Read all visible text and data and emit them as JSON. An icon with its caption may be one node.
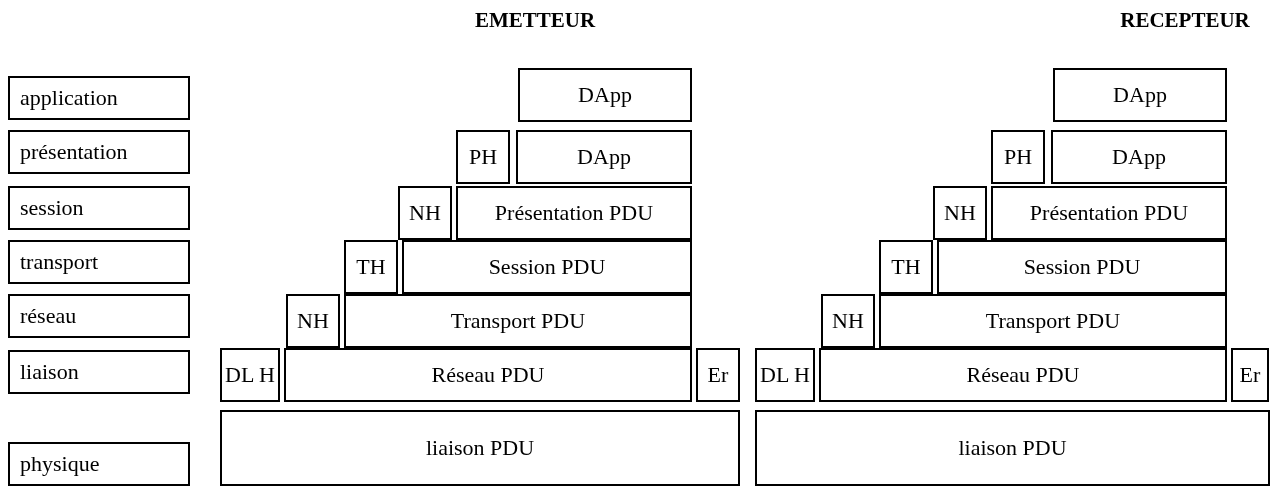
{
  "diagram": {
    "nodes": [
      {
        "text": [
          "application"
        ]
      },
      {
        "text": [
          "présentation"
        ]
      },
      {
        "text": [
          "session"
        ]
      },
      {
        "text": [
          "transport"
        ]
      },
      {
        "text": [
          "réseau"
        ]
      },
      {
        "text": [
          "liaison"
        ]
      },
      {
        "text": [
          "physique"
        ]
      },
      {
        "text": [
          "DApp"
        ]
      },
      {
        "text": [
          "PH"
        ]
      },
      {
        "text": [
          "DApp"
        ]
      },
      {
        "text": [
          "NH"
        ]
      },
      {
        "text": [
          "Présentation PDU"
        ]
      },
      {
        "text": [
          "TH"
        ]
      },
      {
        "text": [
          "Session PDU"
        ]
      },
      {
        "text": [
          "NH"
        ]
      },
      {
        "text": [
          "Transport PDU"
        ]
      },
      {
        "text": [
          "DL H"
        ]
      },
      {
        "text": [
          "Réseau PDU"
        ]
      },
      {
        "text": [
          "Er"
        ]
      },
      {
        "text": [
          "liaison PDU"
        ]
      },
      {
        "text": [
          "DApp"
        ]
      },
      {
        "text": [
          "PH"
        ]
      },
      {
        "text": [
          "DApp"
        ]
      },
      {
        "text": [
          "NH"
        ]
      },
      {
        "text": [
          "Présentation PDU"
        ]
      },
      {
        "text": [
          "TH"
        ]
      },
      {
        "text": [
          "Session PDU"
        ]
      },
      {
        "text": [
          "NH"
        ]
      },
      {
        "text": [
          "Transport PDU"
        ]
      },
      {
        "text": [
          "DL H"
        ]
      },
      {
        "text": [
          "Réseau PDU"
        ]
      },
      {
        "text": [
          "Er"
        ]
      },
      {
        "text": [
          "liaison PDU"
        ]
      }
    ],
    "labels": [
      "EMETTEUR",
      "RECEPTEUR"
    ]
  }
}
